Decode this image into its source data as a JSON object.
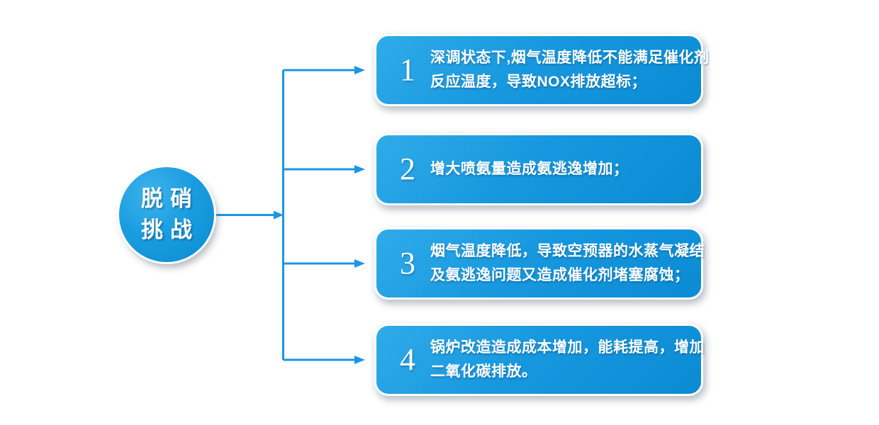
{
  "center_node": {
    "label_line1": "脱硝",
    "label_line2": "挑战"
  },
  "boxes": [
    {
      "number": "1",
      "lines": [
        "深调状态下,烟气温度降低不能满足催化剂",
        "反应温度，导致NOX排放超标；"
      ]
    },
    {
      "number": "2",
      "lines": [
        "增大喷氨量造成氨逃逸增加；"
      ]
    },
    {
      "number": "3",
      "lines": [
        "烟气温度降低，导致空预器的水蒸气凝结",
        "及氨逃逸问题又造成催化剂堵塞腐蚀；"
      ]
    },
    {
      "number": "4",
      "lines": [
        "锅炉改造造成成本增加，能耗提高，增加",
        "二氧化碳排放。"
      ]
    }
  ],
  "colors": {
    "connector_blue": "#1b96e3",
    "box_gradient_start": "#2fabe9",
    "box_gradient_end": "#0b8bd3",
    "circle_gradient_start": "#3fb3ec",
    "circle_gradient_end": "#0a8bd2",
    "text_white": "#ffffff",
    "background": "#ffffff"
  }
}
